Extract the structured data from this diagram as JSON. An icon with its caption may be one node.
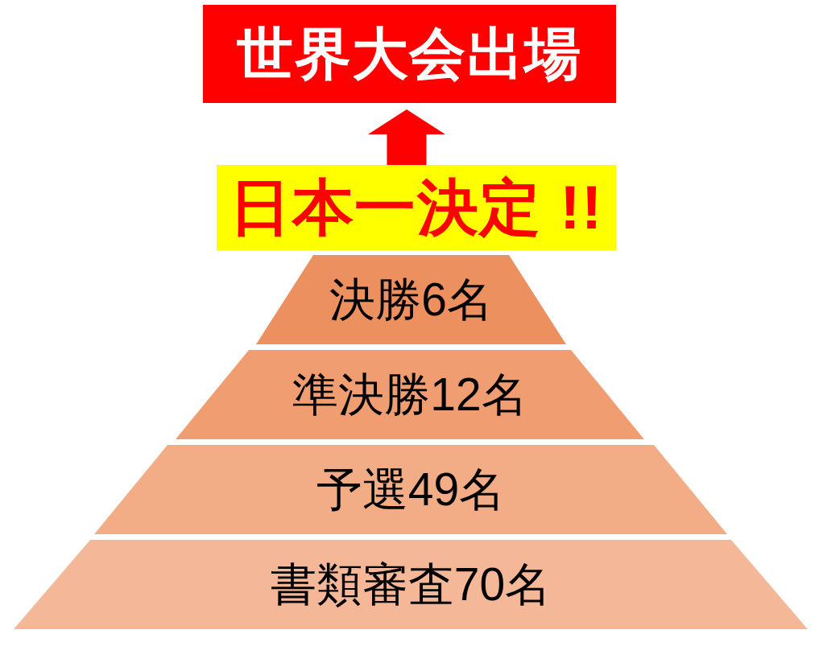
{
  "diagram": {
    "nodes": [
      {
        "text": [
          "世界大会出場"
        ]
      },
      {
        "text": [
          "日本一決定 !!"
        ]
      },
      {
        "text": [
          "決勝6名"
        ]
      },
      {
        "text": [
          "準決勝12名"
        ]
      },
      {
        "text": [
          "予選49名"
        ]
      },
      {
        "text": [
          "書類審査70名"
        ]
      }
    ],
    "edges": [
      {
        "from": 1,
        "to": 0,
        "arrow": "to"
      }
    ]
  }
}
